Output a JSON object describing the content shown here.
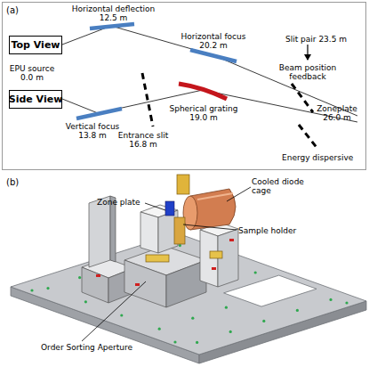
{
  "diagram": {
    "nodes": [
      {
        "text": [
          "Top View"
        ]
      },
      {
        "text": [
          "Side View"
        ]
      }
    ],
    "labels": [
      "(a)",
      "Horizontal deflection 12.5 m",
      "Horizontal focus 20.2 m",
      "Slit pair 23.5 m",
      "Beam position feedback",
      "EPU source 0.0 m",
      "Vertical focus 13.8 m",
      "Entrance slit 16.8 m",
      "Spherical grating 19.0 m",
      "Zoneplate 26.0 m",
      "Energy dispersive",
      "(b)",
      "Zone plate",
      "Cooled diode cage",
      "Sample holder",
      "Order Sorting Aperture"
    ]
  }
}
